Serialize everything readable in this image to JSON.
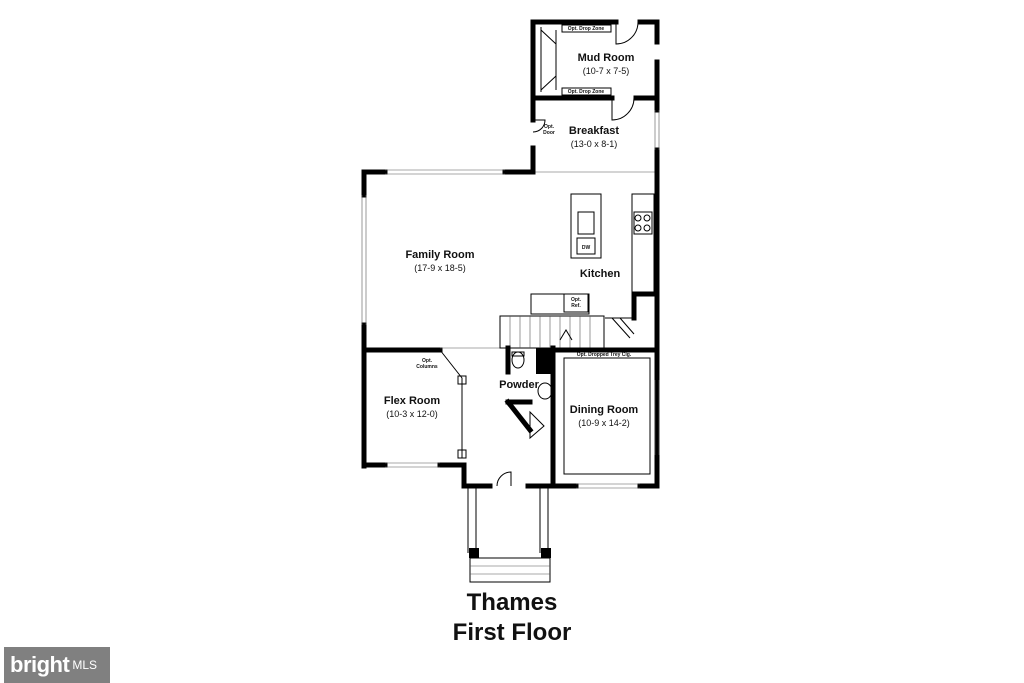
{
  "title": {
    "line1": "Thames",
    "line2": "First Floor"
  },
  "rooms": {
    "mud_room": {
      "name": "Mud Room",
      "dims": "(10-7 x 7-5)"
    },
    "breakfast": {
      "name": "Breakfast",
      "dims": "(13-0 x 8-1)"
    },
    "family_room": {
      "name": "Family Room",
      "dims": "(17-9 x 18-5)"
    },
    "kitchen": {
      "name": "Kitchen"
    },
    "flex_room": {
      "name": "Flex Room",
      "dims": "(10-3 x 12-0)"
    },
    "powder": {
      "name": "Powder"
    },
    "dining_room": {
      "name": "Dining Room",
      "dims": "(10-9 x 14-2)"
    }
  },
  "annotations": {
    "drop_zone_top": "Opt. Drop Zone",
    "drop_zone_bottom": "Opt. Drop Zone",
    "opt_door_1": "Opt.",
    "opt_door_2": "Door",
    "dw": "DW",
    "opt_ref_1": "Opt.",
    "opt_ref_2": "Ref.",
    "opt_columns_1": "Opt.",
    "opt_columns_2": "Columns",
    "tray_ceiling": "Opt. Dropped Trey Clg."
  },
  "watermark": {
    "word": "bright",
    "suffix": "MLS"
  }
}
